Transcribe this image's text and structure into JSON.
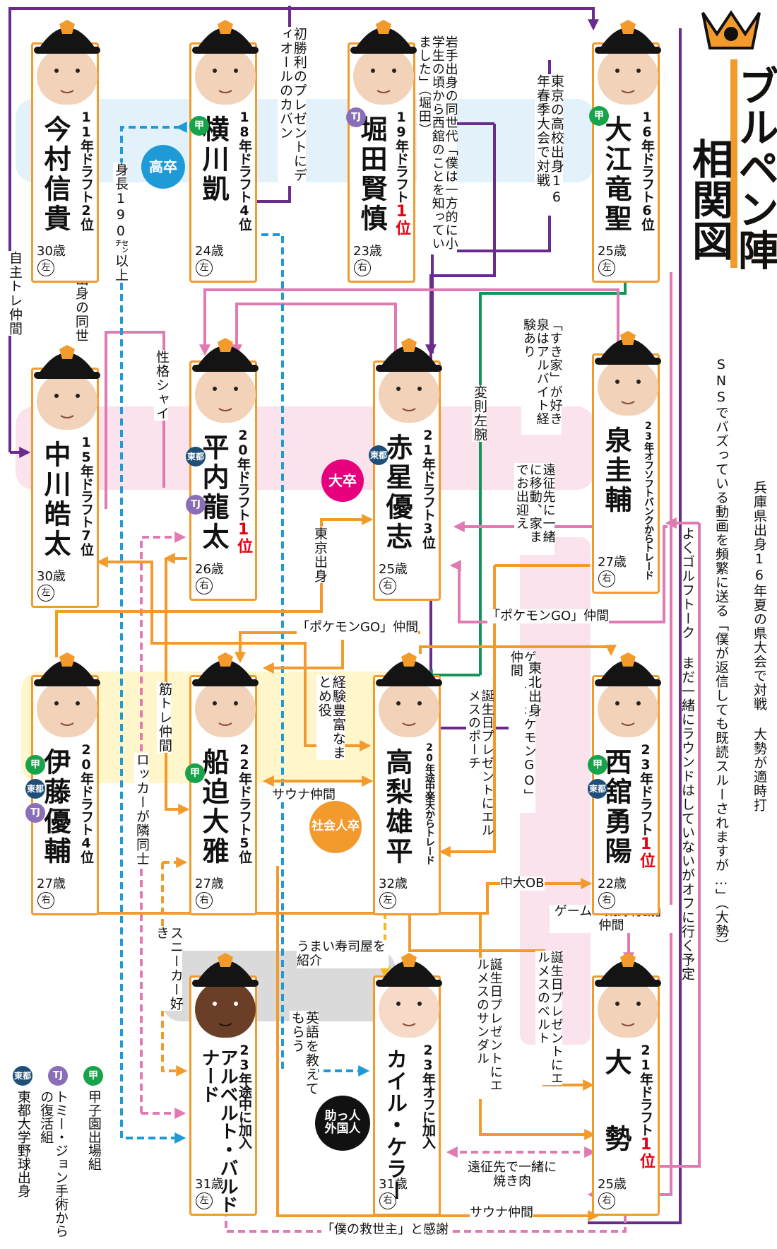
{
  "title": {
    "line1": "ブルペン陣",
    "line2": "相関図",
    "logo": "giants-logo"
  },
  "categories": {
    "koukou": "高卒",
    "daigaku": "大卒",
    "shakaijin": "社会人卒",
    "gaikoku": "助っ人外国人"
  },
  "badges": {
    "koshien": "甲",
    "tj": "TJ",
    "toto": "東都"
  },
  "legend": {
    "koshien": "甲子園出場組",
    "tj": "トミー・ジョン手術からの復活組",
    "toto": "東都大学野球出身"
  },
  "colors": {
    "orange": "#f39a2c",
    "purple": "#6a2c8c",
    "pink": "#e07ab3",
    "blue": "#1e9bd7",
    "green": "#12945a",
    "red": "#e60012",
    "band_blue": "#e3f1fa",
    "band_pink": "#fbe3ee",
    "band_yellow": "#fff6cc",
    "band_gray": "#dadada"
  },
  "players": {
    "imamura": {
      "name": "今村信貴",
      "draft_pre": "11年ドラフト",
      "draft_pick": "2位",
      "age": "30歳",
      "hand": "左"
    },
    "yokogawa": {
      "name": "横川凱",
      "draft_pre": "18年ドラフト",
      "draft_pick": "4位",
      "age": "24歳",
      "hand": "左"
    },
    "horita": {
      "name": "堀田賢慎",
      "draft_pre": "19年ドラフト",
      "draft_pick": "1位",
      "age": "23歳",
      "hand": "右"
    },
    "oe": {
      "name": "大江竜聖",
      "draft_pre": "16年ドラフト",
      "draft_pick": "6位",
      "age": "25歳",
      "hand": "左"
    },
    "nakagawa": {
      "name": "中川皓太",
      "draft_pre": "15年ドラフト",
      "draft_pick": "7位",
      "age": "30歳",
      "hand": "左"
    },
    "hirauchi": {
      "name": "平内龍太",
      "draft_pre": "20年ドラフト",
      "draft_pick": "1位",
      "age": "26歳",
      "hand": "右"
    },
    "akahoshi": {
      "name": "赤星優志",
      "draft_pre": "21年ドラフト",
      "draft_pick": "3位",
      "age": "25歳",
      "hand": "右"
    },
    "izumi": {
      "name": "泉圭輔",
      "draft_pre": "23年オフソフトバンクからトレード",
      "draft_pick": "",
      "age": "27歳",
      "hand": "右"
    },
    "ito": {
      "name": "伊藤優輔",
      "draft_pre": "20年ドラフト",
      "draft_pick": "4位",
      "age": "27歳",
      "hand": "右"
    },
    "funabasama": {
      "name": "船迫大雅",
      "draft_pre": "22年ドラフト",
      "draft_pick": "5位",
      "age": "27歳",
      "hand": "右"
    },
    "takanashi": {
      "name": "高梨雄平",
      "draft_pre": "20年途中楽天からトレード",
      "draft_pick": "",
      "age": "32歳",
      "hand": "左"
    },
    "nishidate": {
      "name": "西舘勇陽",
      "draft_pre": "23年ドラフト",
      "draft_pick": "1位",
      "age": "22歳",
      "hand": "右"
    },
    "baldonado": {
      "name": "アルベルト・バルドナード",
      "draft_pre": "23年途中に加入",
      "draft_pick": "",
      "age": "31歳",
      "hand": "左"
    },
    "keller": {
      "name": "カイル・ケラー",
      "draft_pre": "23年オフに加入",
      "draft_pick": "",
      "age": "31歳",
      "hand": "右"
    },
    "taisei": {
      "name": "大勢",
      "draft_pre": "21年ドラフト",
      "draft_pick": "1位",
      "age": "25歳",
      "hand": "右"
    }
  },
  "relations": {
    "jishu": "自主トレ仲間",
    "osaka": "大阪出身の同世代",
    "shinchou": "身長190㌢以上",
    "diol": "初勝利のプレゼントにディオールのカバン",
    "iwate": "岩手出身の同世代「僕は一方的に小学生の頃から西舘のことを知っていました」（堀田）",
    "tokyo_hs": "東京の高校出身16年春季大会で対戦",
    "sns": "SNSでバズっている動画を頻繁に送る「僕が返信しても既読スルーされますが…」（大勢）",
    "hyogo": "兵庫県出身16年夏の県大会で対戦 大勢が適時打",
    "golf": "よくゴルフトーク まだ一緒にラウンドはしていないがオフに行く予定",
    "seikaku": "性格シャイ",
    "sukiya": "「すき家」が好き泉はアルバイト経験あり",
    "henso": "変則左腕",
    "ensei": "遠征先に一緒に移動、家までお出迎え",
    "tokyo_born": "東京出身",
    "pokemon": "「ポケモンGO」仲間",
    "pokemon2": "「ポケモンGO」仲間",
    "game_pokemon": "ゲーム「ポケモンGO」仲間",
    "tohoku": "東北出身",
    "kinore": "筋トレ仲間",
    "keiken": "経験豊富なまとめ役",
    "birthday_pouch": "誕生日プレゼントにエルメスのポーチ",
    "sauna": "サウナ仲間",
    "locker": "ロッカーが隣同士",
    "chudai": "中大OB",
    "kouya": "ゲーム「荒野行動」仲間",
    "sushi": "うまい寿司屋を紹介",
    "sneaker": "スニーカー好き",
    "eigo": "英語を教えてもらう",
    "birthday_sandal": "誕生日プレゼントにエルメスのサンダル",
    "birthday_belt": "誕生日プレゼントにエルメスのベルト",
    "yakiniku": "遠征先で一緒に焼き肉",
    "sauna2": "サウナ仲間",
    "kyuuseishu": "「僕の救世主」と感謝"
  }
}
